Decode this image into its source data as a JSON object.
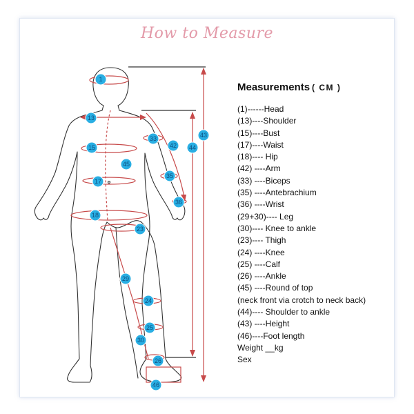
{
  "title": "How to Measure",
  "measurements_heading": "Measurements",
  "measurements_unit": "( CM )",
  "items": [
    "(1)------Head",
    "(13)----Shoulder",
    "(15)----Bust",
    "(17)----Waist",
    "(18)---- Hip",
    "(42) ----Arm",
    "(33) ----Biceps",
    "(35) ----Antebrachium",
    "(36) ----Wrist",
    "(29+30)---- Leg",
    "(30)---- Knee to ankle",
    "(23)---- Thigh",
    "(24) ----Knee",
    "(25) ----Calf",
    "(26) ----Ankle",
    "(45) ----Round of top",
    "(neck front via crotch to neck back)",
    "(44)---- Shoulder to ankle",
    "(43) ----Height",
    "(46)----Foot length",
    "Weight __kg",
    "Sex"
  ],
  "badges": [
    "1",
    "13",
    "15",
    "17",
    "18",
    "42",
    "33",
    "35",
    "36",
    "23",
    "29",
    "24",
    "25",
    "30",
    "26",
    "46",
    "45",
    "44",
    "43"
  ],
  "colors": {
    "title": "#e39aa9",
    "line": "#c74a4a",
    "badge_fill": "#29aee3",
    "badge_stroke": "#ffffff",
    "outline": "#333333"
  }
}
